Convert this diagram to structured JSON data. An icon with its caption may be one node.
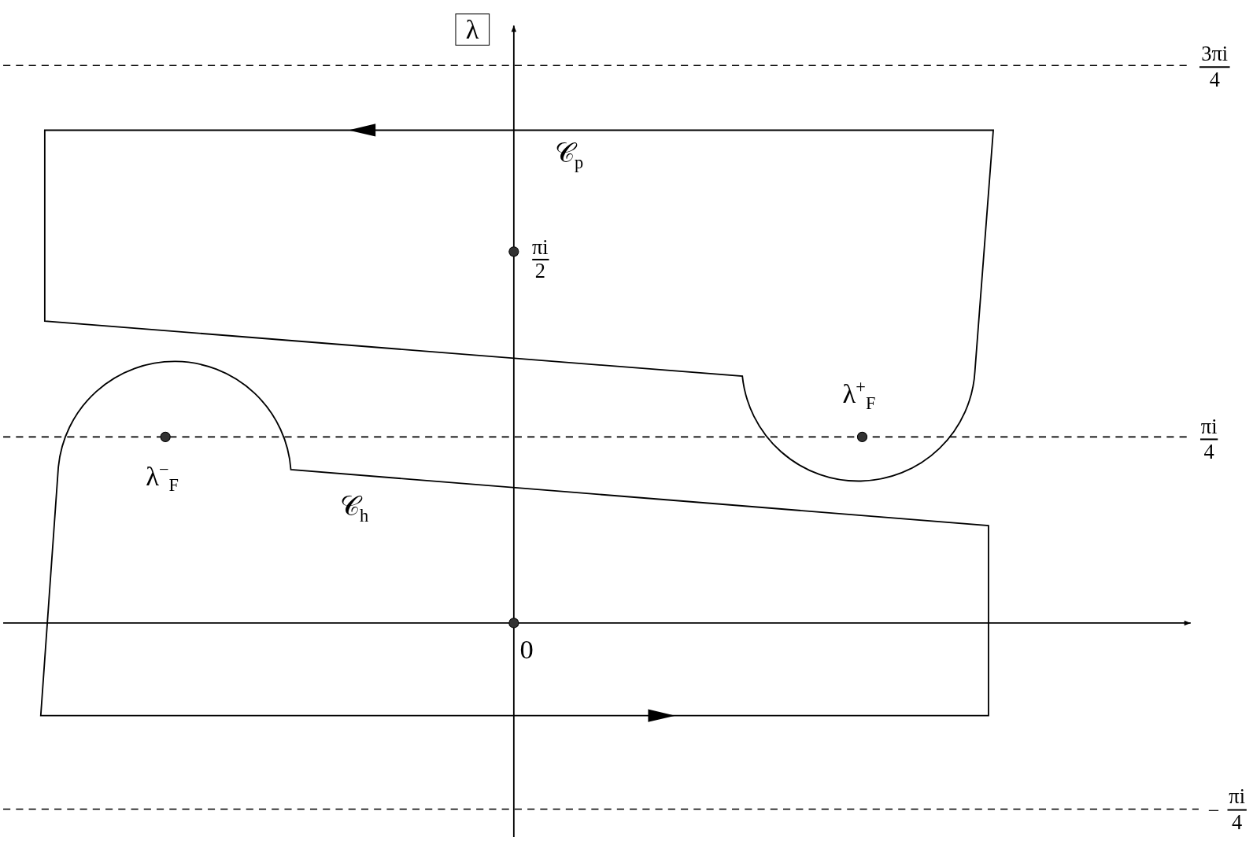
{
  "diagram": {
    "labels": [
      "λ",
      "3πi",
      "4",
      "𝒞$_{p}$",
      "πi",
      "2",
      "λ$^{+}$$_{F}$",
      "πi",
      "4",
      "λ$^{−}$$_{F}$",
      "𝒞$_{h}$",
      "0",
      "−",
      "πi",
      "4"
    ]
  }
}
